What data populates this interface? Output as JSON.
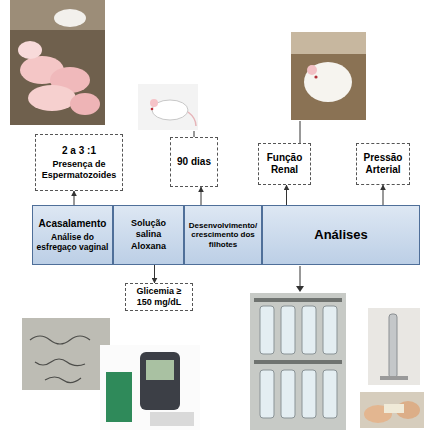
{
  "diagram": {
    "nodes": [
      {
        "text": [
          "2 a 3 :1",
          "Presença de Espermatozoides"
        ]
      },
      {
        "text": [
          "90 dias"
        ]
      },
      {
        "text": [
          "Função Renal"
        ]
      },
      {
        "text": [
          "Pressão Arterial"
        ]
      },
      {
        "text": [
          "Acasalamento",
          "Análise do esfregaço vaginal"
        ]
      },
      {
        "text": [
          "Solução salina",
          "Aloxana"
        ]
      },
      {
        "text": [
          "Desenvolvimento/ crescimento dos filhotes"
        ]
      },
      {
        "text": [
          "Análises"
        ]
      },
      {
        "text": [
          "Glicemia ≥ 150 mg/dL"
        ]
      }
    ],
    "edges": [
      {
        "from": 4,
        "to": 0,
        "arrow": "to"
      },
      {
        "from": 6,
        "to": 1,
        "arrow": "to"
      },
      {
        "from": 7,
        "to": 2,
        "arrow": "to"
      },
      {
        "from": 7,
        "to": 3,
        "arrow": "to"
      },
      {
        "from": 5,
        "to": 8,
        "arrow": "to"
      }
    ]
  }
}
